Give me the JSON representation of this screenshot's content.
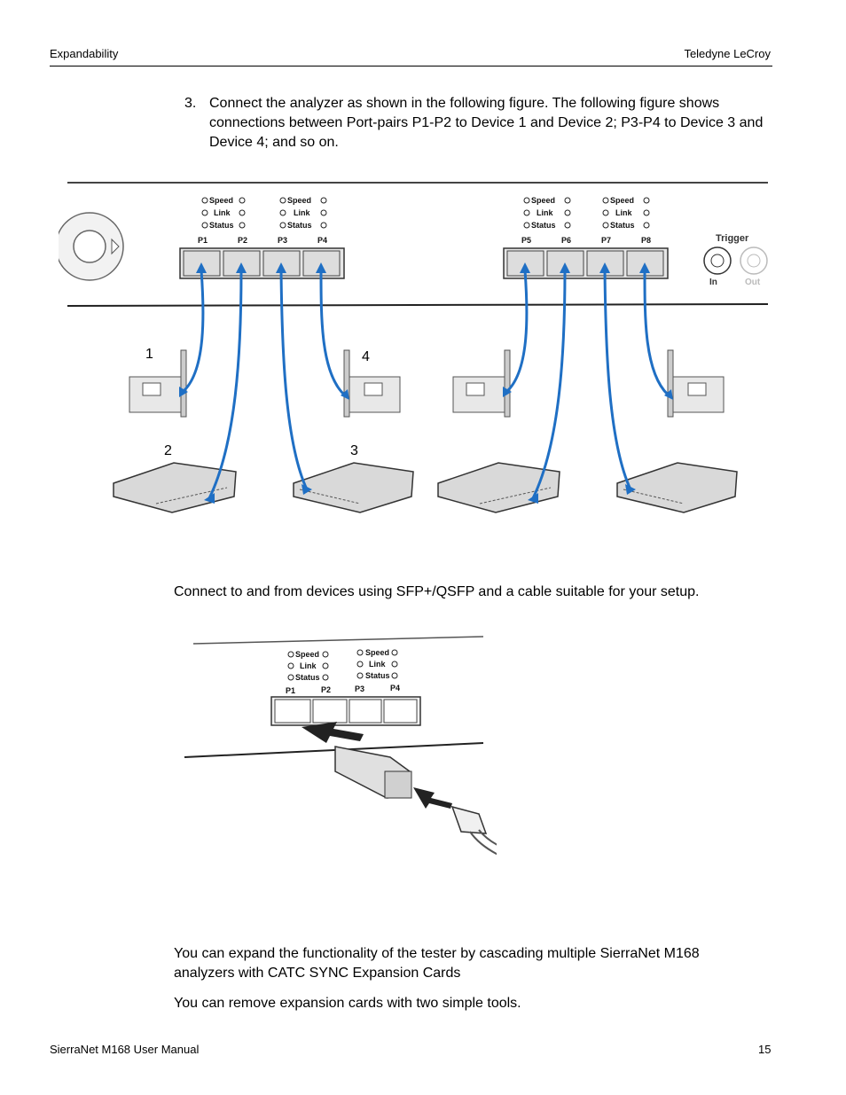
{
  "header": {
    "section": "Expandability",
    "company": "Teledyne  LeCroy"
  },
  "step": {
    "number": "3.",
    "text": "Connect the analyzer as shown in the following figure. The following figure shows connections between Port-pairs P1-P2 to Device 1 and Device 2; P3-P4 to Device 3 and Device 4; and so on."
  },
  "figure1": {
    "led_labels": [
      "Speed",
      "Link",
      "Status"
    ],
    "ports": [
      "P1",
      "P2",
      "P3",
      "P4",
      "P5",
      "P6",
      "P7",
      "P8"
    ],
    "trigger_label": "Trigger",
    "trigger_in": "In",
    "trigger_out": "Out",
    "device_numbers": [
      "1",
      "4",
      "2",
      "3"
    ]
  },
  "para_sfp": "Connect to and from devices using SFP+/QSFP and a cable suitable for your setup.",
  "figure2": {
    "led_labels": [
      "Speed",
      "Link",
      "Status"
    ],
    "ports": [
      "P1",
      "P2",
      "P3",
      "P4"
    ]
  },
  "para_expand": "You can expand the functionality of the tester by cascading multiple SierraNet M168 analyzers with CATC SYNC Expansion Cards",
  "para_remove": "You can remove expansion cards with two simple tools.",
  "footer": {
    "manual": "SierraNet M168 User Manual",
    "page": "15"
  },
  "colors": {
    "cable": "#1f6fc4",
    "port_fill": "#e6e6e6",
    "device_fill": "#d9d9d9"
  }
}
